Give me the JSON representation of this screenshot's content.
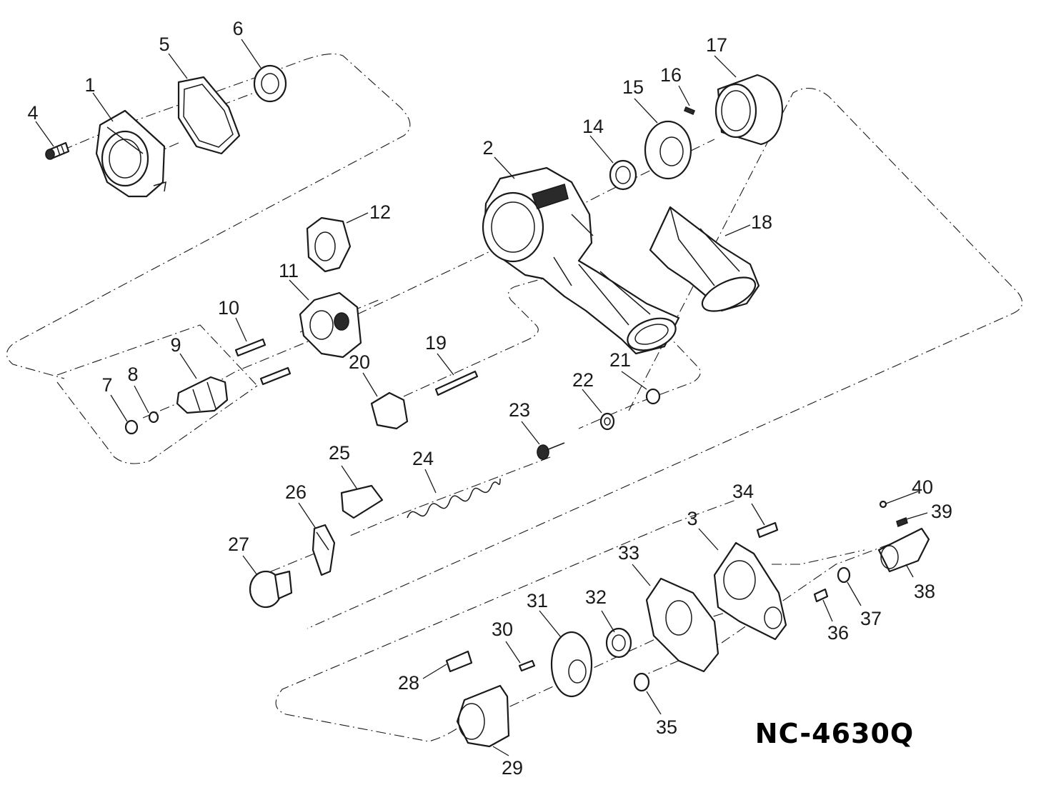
{
  "diagram": {
    "model": "NC-4630Q",
    "callouts": [
      {
        "id": "1",
        "text": "1"
      },
      {
        "id": "2",
        "text": "2"
      },
      {
        "id": "3",
        "text": "3"
      },
      {
        "id": "4",
        "text": "4"
      },
      {
        "id": "5",
        "text": "5"
      },
      {
        "id": "6",
        "text": "6"
      },
      {
        "id": "7",
        "text": "7"
      },
      {
        "id": "8",
        "text": "8"
      },
      {
        "id": "9",
        "text": "9"
      },
      {
        "id": "10",
        "text": "10"
      },
      {
        "id": "11",
        "text": "11"
      },
      {
        "id": "12",
        "text": "12"
      },
      {
        "id": "14",
        "text": "14"
      },
      {
        "id": "15",
        "text": "15"
      },
      {
        "id": "16",
        "text": "16"
      },
      {
        "id": "17",
        "text": "17"
      },
      {
        "id": "18",
        "text": "18"
      },
      {
        "id": "19",
        "text": "19"
      },
      {
        "id": "20",
        "text": "20"
      },
      {
        "id": "21",
        "text": "21"
      },
      {
        "id": "22",
        "text": "22"
      },
      {
        "id": "23",
        "text": "23"
      },
      {
        "id": "24",
        "text": "24"
      },
      {
        "id": "25",
        "text": "25"
      },
      {
        "id": "26",
        "text": "26"
      },
      {
        "id": "27",
        "text": "27"
      },
      {
        "id": "28",
        "text": "28"
      },
      {
        "id": "29",
        "text": "29"
      },
      {
        "id": "30",
        "text": "30"
      },
      {
        "id": "31",
        "text": "31"
      },
      {
        "id": "32",
        "text": "32"
      },
      {
        "id": "33",
        "text": "33"
      },
      {
        "id": "34",
        "text": "34"
      },
      {
        "id": "35",
        "text": "35"
      },
      {
        "id": "36",
        "text": "36"
      },
      {
        "id": "37",
        "text": "37"
      },
      {
        "id": "38",
        "text": "38"
      },
      {
        "id": "39",
        "text": "39"
      },
      {
        "id": "40",
        "text": "40"
      }
    ]
  }
}
